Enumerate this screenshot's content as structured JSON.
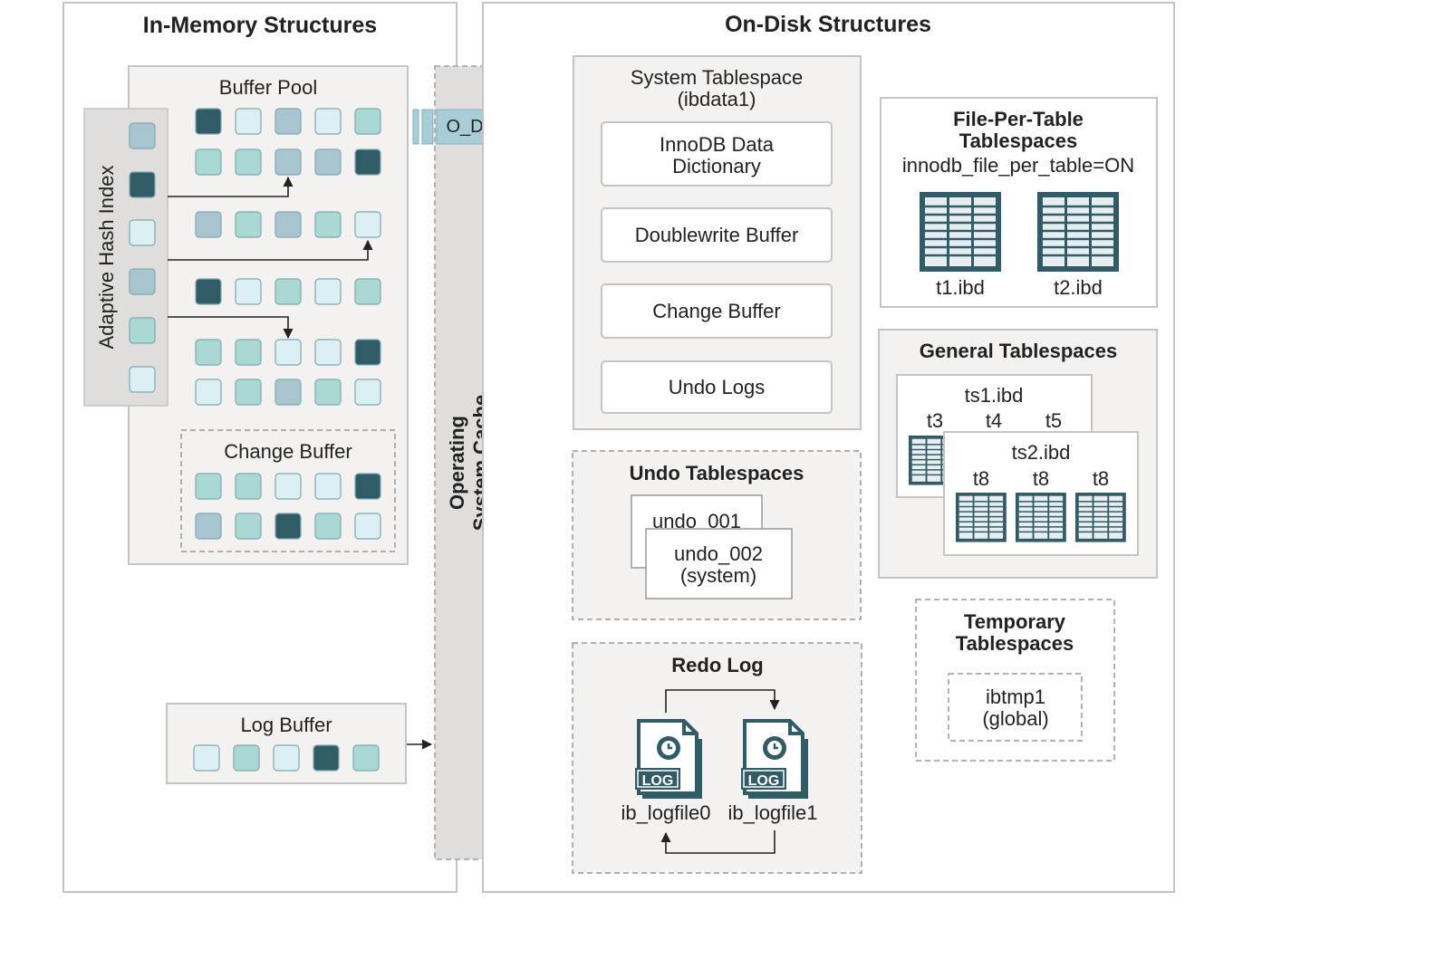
{
  "colors": {
    "dark": "#2f5c67",
    "light": "#dcf0f4",
    "mint": "#a9d9d2",
    "gray_blue": "#a9c6d0",
    "panel": "#f3f2f1",
    "border": "#c6c4c1",
    "os_cache": "#dfdedc",
    "arrow": "#a8cdd6",
    "icon": "#2f5c67"
  },
  "in_memory": {
    "title": "In-Memory Structures",
    "buffer_pool": {
      "title": "Buffer Pool",
      "rows": [
        [
          "dark",
          "light",
          "gray_blue",
          "light",
          "mint"
        ],
        [
          "mint",
          "mint",
          "gray_blue",
          "gray_blue",
          "dark"
        ],
        [
          "gray_blue",
          "mint",
          "gray_blue",
          "mint",
          "light"
        ],
        [
          "dark",
          "light",
          "mint",
          "light",
          "mint"
        ],
        [
          "mint",
          "mint",
          "light",
          "light",
          "dark"
        ],
        [
          "light",
          "mint",
          "gray_blue",
          "mint",
          "light"
        ]
      ]
    },
    "adaptive_hash_index": {
      "title": "Adaptive Hash Index",
      "cells": [
        "gray_blue",
        "dark",
        "light",
        "gray_blue",
        "mint",
        "light"
      ]
    },
    "change_buffer": {
      "title": "Change Buffer",
      "rows": [
        [
          "mint",
          "mint",
          "light",
          "light",
          "dark"
        ],
        [
          "gray_blue",
          "mint",
          "dark",
          "mint",
          "light"
        ]
      ]
    },
    "log_buffer": {
      "title": "Log Buffer",
      "cells": [
        "light",
        "mint",
        "light",
        "dark",
        "mint"
      ]
    }
  },
  "os_cache": {
    "line1": "Operating",
    "line2": "System Cache"
  },
  "o_direct": "O_DIRECT",
  "on_disk": {
    "title": "On-Disk Structures",
    "system_tablespace": {
      "title_line1": "System Tablespace",
      "title_line2": "(ibdata1)",
      "items": [
        {
          "line1": "InnoDB Data",
          "line2": "Dictionary"
        },
        {
          "line1": "Doublewrite Buffer"
        },
        {
          "line1": "Change Buffer"
        },
        {
          "line1": "Undo Logs"
        }
      ]
    },
    "undo_tablespaces": {
      "title": "Undo Tablespaces",
      "file1": "undo_001",
      "file2_line1": "undo_002",
      "file2_line2": "(system)"
    },
    "redo_log": {
      "title": "Redo Log",
      "icon_label": "LOG",
      "file0": "ib_logfile0",
      "file1": "ib_logfile1"
    },
    "file_per_table": {
      "title_line1": "File-Per-Table",
      "title_line2": "Tablespaces",
      "setting": "innodb_file_per_table=ON",
      "files": [
        "t1.ibd",
        "t2.ibd"
      ]
    },
    "general_tablespaces": {
      "title": "General Tablespaces",
      "ts1": {
        "name": "ts1.ibd",
        "tables": [
          "t3",
          "t4",
          "t5"
        ]
      },
      "ts2": {
        "name": "ts2.ibd",
        "tables": [
          "t8",
          "t8",
          "t8"
        ]
      }
    },
    "temporary_tablespaces": {
      "title_line1": "Temporary",
      "title_line2": "Tablespaces",
      "file_line1": "ibtmp1",
      "file_line2": "(global)"
    }
  }
}
